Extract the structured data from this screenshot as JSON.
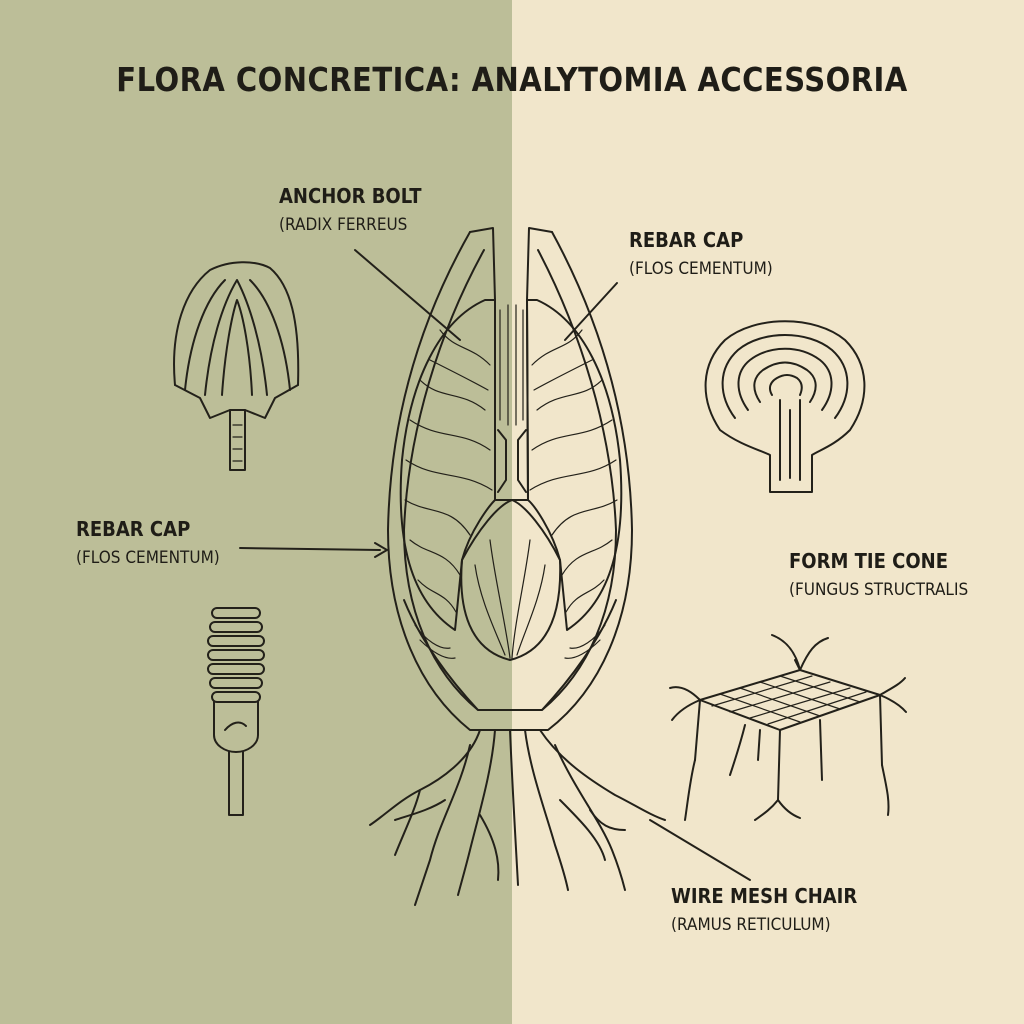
{
  "title": "FLORA CONCRETICA: ANALYTOMIA ACCESSORIA",
  "colors": {
    "left_panel": "#bcbe98",
    "right_panel": "#f1e6cb",
    "ink": "#23211a"
  },
  "labels": [
    {
      "name": "ANCHOR BOLT",
      "latin": "(RADIX FERREUS"
    },
    {
      "name": "REBAR CAP",
      "latin": "(FLOS CEMENTUM)"
    },
    {
      "name": "REBAR CAP",
      "latin": "(FLOS CEMENTUM)"
    },
    {
      "name": "FORM TIE CONE",
      "latin": "(FUNGUS STRUCTRALIS"
    },
    {
      "name": "WIRE MESH CHAIR",
      "latin": "(RAMUS RETICULUM)"
    }
  ]
}
